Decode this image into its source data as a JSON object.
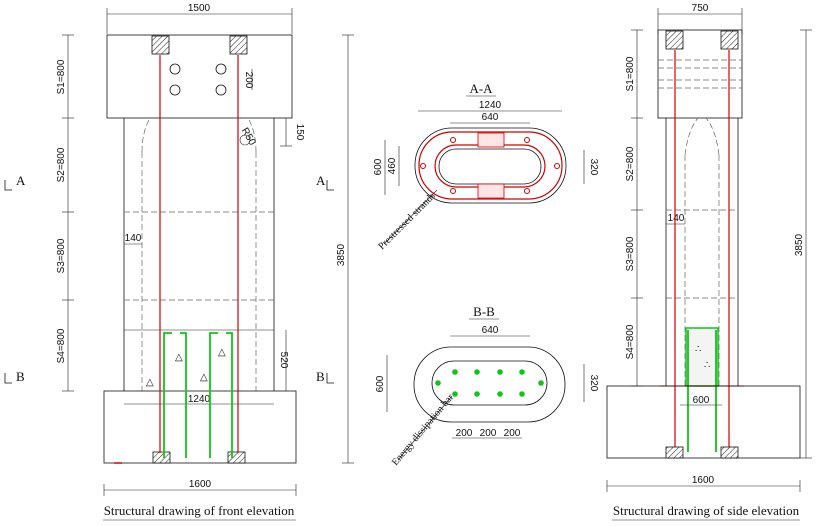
{
  "front": {
    "caption": "Structural drawing of front elevation",
    "dim_top": "1500",
    "dim_bottom": "1600",
    "dim_height": "3850",
    "dim_140": "140",
    "dim_1240": "1240",
    "dim_200": "200",
    "dim_150": "150",
    "dim_520": "520",
    "dim_r50": "R50",
    "segments": [
      "S1=800",
      "S2=800",
      "S3=800",
      "S4=800"
    ],
    "cut_a_left": "A",
    "cut_a_right": "A",
    "cut_b_left": "B",
    "cut_b_right": "B"
  },
  "section_aa": {
    "title": "A-A",
    "dim_1240": "1240",
    "dim_640": "640",
    "dim_600": "600",
    "dim_460": "460",
    "dim_320": "320",
    "label_strands": "Prestressed strands"
  },
  "section_bb": {
    "title": "B-B",
    "dim_640": "640",
    "dim_600": "600",
    "dim_320": "320",
    "spacing": [
      "200",
      "200",
      "200"
    ],
    "label_bar": "Energy dissipation bar"
  },
  "side": {
    "caption": "Structural drawing of side elevation",
    "dim_top": "750",
    "dim_bottom": "1600",
    "dim_height": "3850",
    "dim_140": "140",
    "dim_600": "600",
    "segments": [
      "S1=800",
      "S2=800",
      "S3=800",
      "S4=800"
    ]
  },
  "colors": {
    "strand": "#d10000",
    "energy_bar": "#11c41a",
    "line": "#111111"
  }
}
